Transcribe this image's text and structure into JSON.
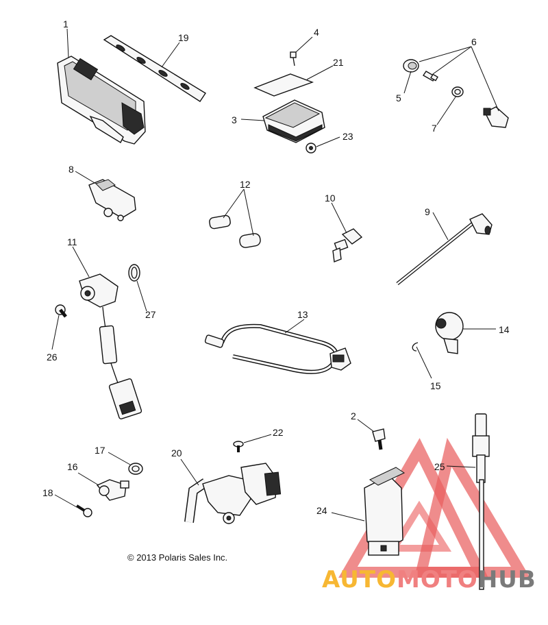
{
  "callouts": [
    "1",
    "19",
    "4",
    "21",
    "6",
    "3",
    "23",
    "5",
    "7",
    "8",
    "12",
    "10",
    "9",
    "11",
    "27",
    "26",
    "13",
    "14",
    "15",
    "2",
    "22",
    "17",
    "20",
    "25",
    "16",
    "18",
    "24"
  ],
  "copyright": "© 2013 Polaris Sales Inc.",
  "logo": {
    "word_part1": "AUTO",
    "word_part2": "MOTO",
    "word_part3": "HUB",
    "colors": {
      "orange": "#f7b733",
      "salmon": "#f08080",
      "gray": "#7a7a7a",
      "red_triangle": "#e64040"
    }
  }
}
